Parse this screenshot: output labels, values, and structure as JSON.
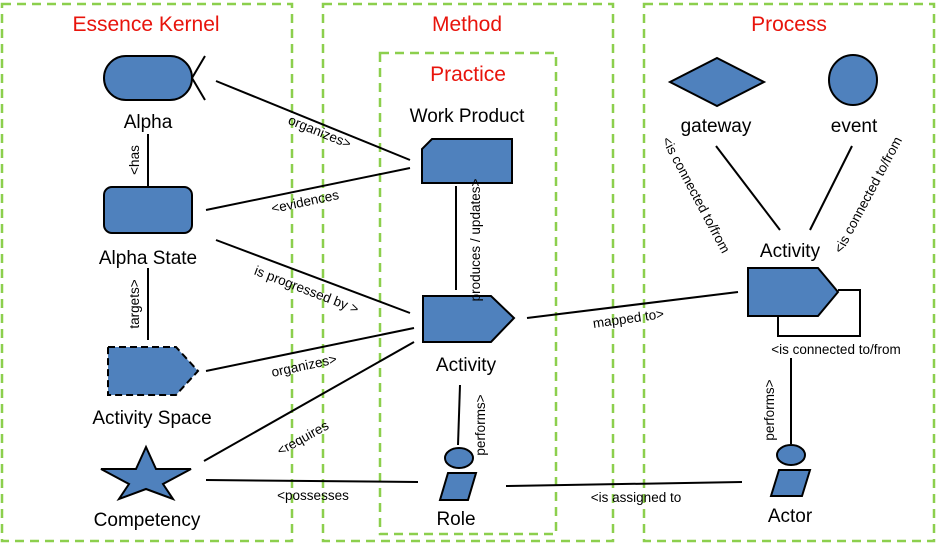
{
  "groups": {
    "essence_kernel": "Essence Kernel",
    "method": "Method",
    "practice": "Practice",
    "process": "Process"
  },
  "nodes": {
    "alpha": "Alpha",
    "alpha_state": "Alpha State",
    "activity_space": "Activity Space",
    "competency": "Competency",
    "work_product": "Work Product",
    "activity": "Activity",
    "role": "Role",
    "gateway": "gateway",
    "event": "event",
    "process_activity": "Activity",
    "actor": "Actor"
  },
  "edges": {
    "alpha_has_state": "<has",
    "state_targets_space": "targets>",
    "alpha_organizes_wp": "organizes>",
    "state_evidences_wp": "<evidences",
    "state_progressed_activity": "is progressed by >",
    "space_organizes_activity": "organizes>",
    "competency_requires_activity": "<requires",
    "competency_possesses_role": "<possesses",
    "wp_produces_activity": "produces / updates>",
    "role_performs_activity": "performs>",
    "activity_mapped_process": "mapped to>",
    "gateway_connected": "<is connected to/from",
    "event_connected": "<is connected to/from",
    "self_connected": "<is connected to/from",
    "actor_performs_activity": "performs>",
    "role_assigned_actor": "<is assigned to"
  },
  "colors": {
    "shape_fill": "#4f81bd",
    "frame": "#8ccf4d",
    "group_title": "#e8140c"
  }
}
